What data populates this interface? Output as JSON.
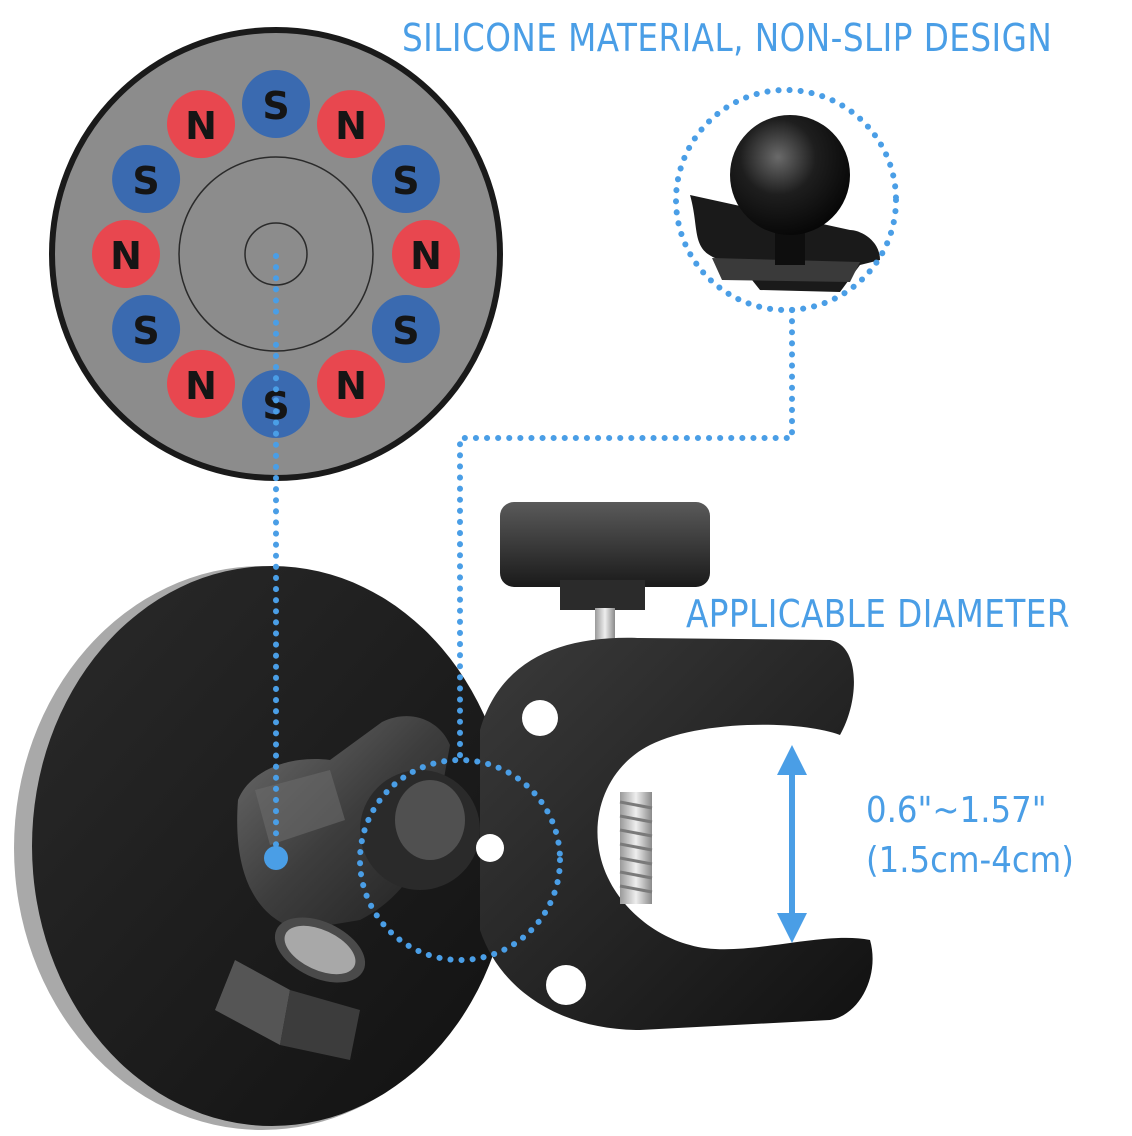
{
  "labels": {
    "silicone": "SILICONE MATERIAL, NON-SLIP DESIGN",
    "diameter": "APPLICABLE DIAMETER",
    "range_inch": "0.6\"~1.57\"",
    "range_cm": "(1.5cm-4cm)"
  },
  "magnets": [
    {
      "pole": "S",
      "color": "#3a6ab0"
    },
    {
      "pole": "N",
      "color": "#e8474f"
    },
    {
      "pole": "S",
      "color": "#3a6ab0"
    },
    {
      "pole": "N",
      "color": "#e8474f"
    },
    {
      "pole": "S",
      "color": "#3a6ab0"
    },
    {
      "pole": "N",
      "color": "#e8474f"
    },
    {
      "pole": "S",
      "color": "#3a6ab0"
    },
    {
      "pole": "N",
      "color": "#e8474f"
    },
    {
      "pole": "S",
      "color": "#3a6ab0"
    },
    {
      "pole": "N",
      "color": "#e8474f"
    },
    {
      "pole": "S",
      "color": "#3a6ab0"
    },
    {
      "pole": "N",
      "color": "#e8474f"
    }
  ],
  "colors": {
    "accent": "#4a9ee6",
    "plate": "#8c8c8c",
    "mount_black": "#1c1c1c"
  }
}
